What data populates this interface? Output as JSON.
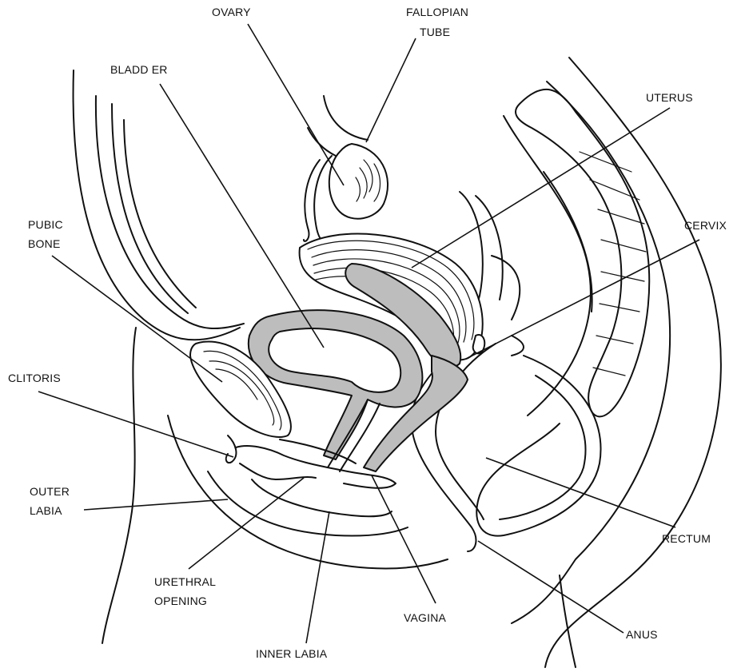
{
  "labels": {
    "ovary": "OVARY",
    "fallopian_1": "FALLOPIAN",
    "fallopian_2": "TUBE",
    "bladder": "BLADD ER",
    "uterus": "UTERUS",
    "pubic_1": "PUBIC",
    "pubic_2": "BONE",
    "cervix": "CERVIX",
    "clitoris": "CLITORIS",
    "outer_1": "OUTER",
    "outer_2": "LABIA",
    "rectum": "RECTUM",
    "urethral_1": "URETHRAL",
    "urethral_2": "OPENING",
    "vagina": "VAGINA",
    "anus": "ANUS",
    "inner": "INNER LABIA"
  },
  "colors": {
    "line": "#111111",
    "tissue_fill": "#bdbdbd",
    "background": "#ffffff"
  }
}
